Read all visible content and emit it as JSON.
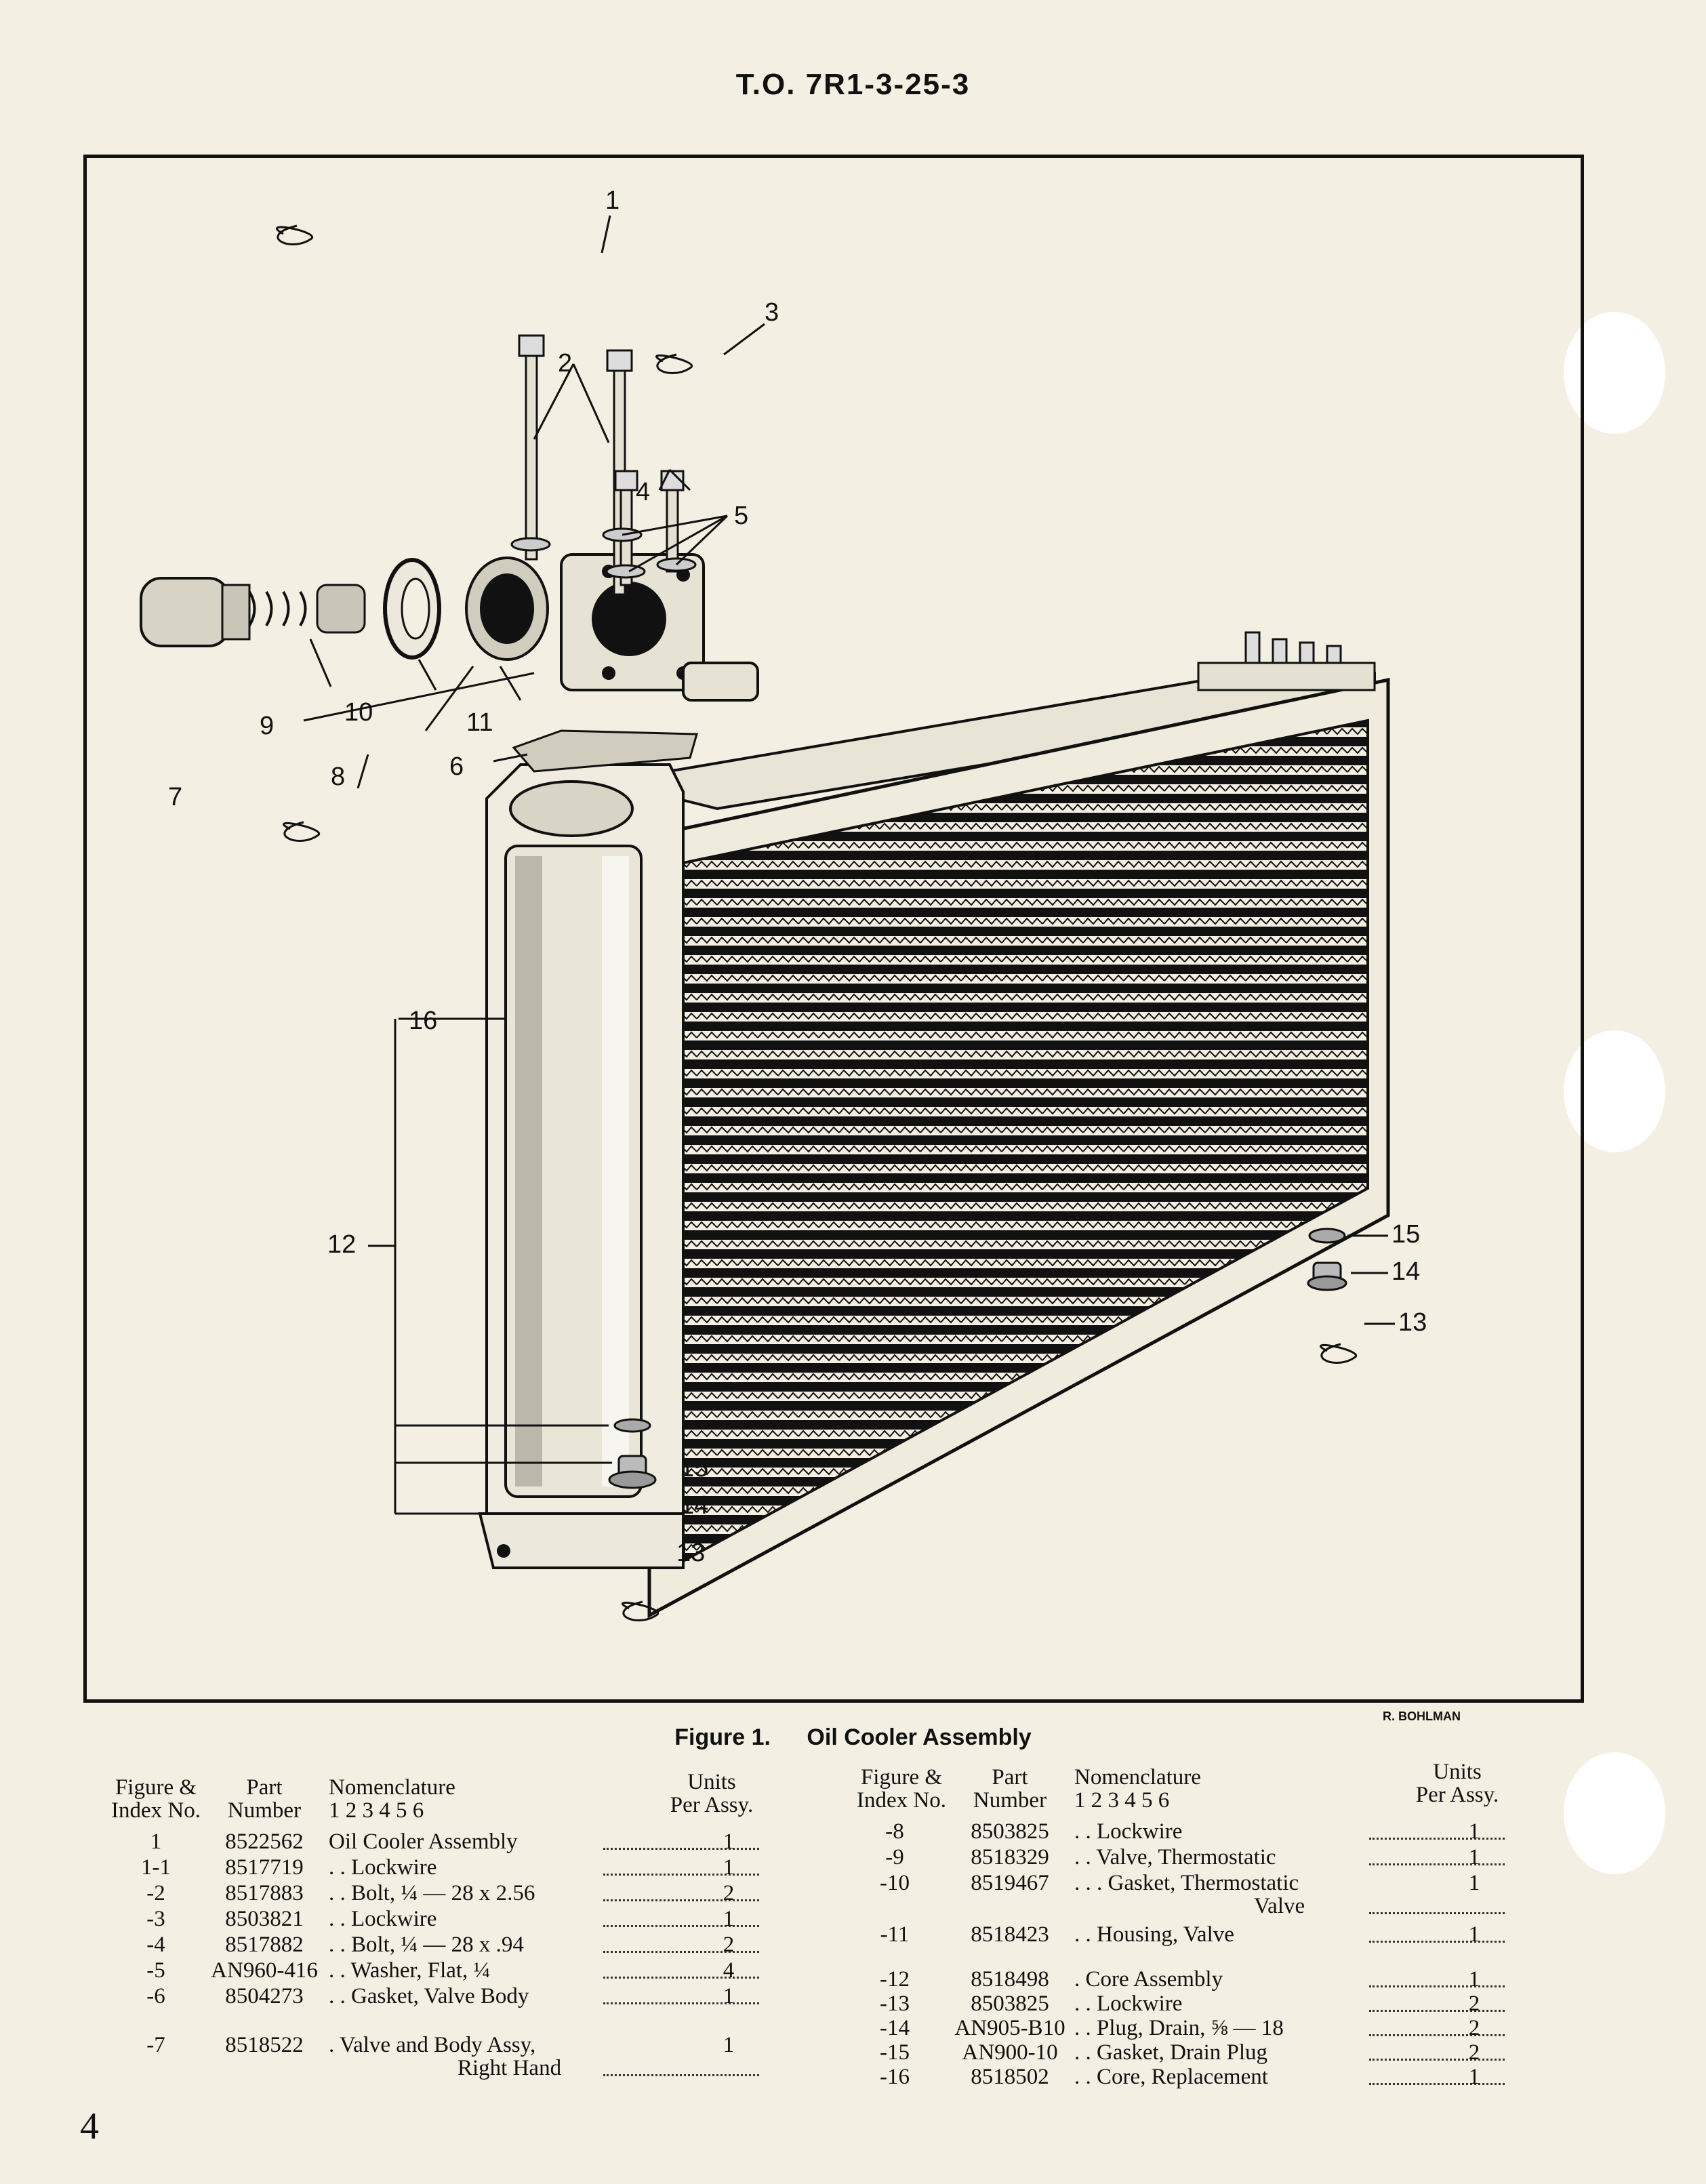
{
  "header": {
    "doc_id": "T.O. 7R1-3-25-3"
  },
  "figure": {
    "credit": "R. BOHLMAN",
    "caption_number": "Figure 1.",
    "caption_title": "Oil Cooler Assembly",
    "callouts": [
      "1",
      "2",
      "3",
      "4",
      "5",
      "6",
      "7",
      "8",
      "9",
      "10",
      "11",
      "12",
      "13",
      "14",
      "15",
      "16"
    ]
  },
  "table_headers": {
    "fig_index_1": "Figure &",
    "fig_index_2": "Index No.",
    "part_1": "Part",
    "part_2": "Number",
    "nomen_1": "Nomenclature",
    "nomen_2": "1 2 3 4 5 6",
    "units_1": "Units",
    "units_2": "Per Assy."
  },
  "parts_left": [
    {
      "index": "1",
      "part": "8522562",
      "desc": "Oil Cooler Assembly",
      "qty": "1"
    },
    {
      "index": "1-1",
      "part": "8517719",
      "desc": ". . Lockwire",
      "qty": "1"
    },
    {
      "index": "-2",
      "part": "8517883",
      "desc": ". . Bolt, ¼ — 28 x 2.56",
      "qty": "2"
    },
    {
      "index": "-3",
      "part": "8503821",
      "desc": ". . Lockwire",
      "qty": "1"
    },
    {
      "index": "-4",
      "part": "8517882",
      "desc": ". . Bolt, ¼ — 28 x .94",
      "qty": "2"
    },
    {
      "index": "-5",
      "part": "AN960-416",
      "desc": ". . Washer, Flat, ¼",
      "qty": "4"
    },
    {
      "index": "-6",
      "part": "8504273",
      "desc": ". . Gasket, Valve Body",
      "qty": "1"
    },
    {
      "index": "-7",
      "part": "8518522",
      "desc": ". Valve and Body Assy,",
      "desc2": "Right Hand",
      "qty": "1"
    }
  ],
  "parts_right": [
    {
      "index": "-8",
      "part": "8503825",
      "desc": ". . Lockwire",
      "qty": "1"
    },
    {
      "index": "-9",
      "part": "8518329",
      "desc": ". . Valve, Thermostatic",
      "qty": "1"
    },
    {
      "index": "-10",
      "part": "8519467",
      "desc": ". . . Gasket, Thermostatic",
      "desc2": "Valve",
      "qty": "1"
    },
    {
      "index": "-11",
      "part": "8518423",
      "desc": ". . Housing, Valve",
      "qty": "1"
    },
    {
      "index": "-12",
      "part": "8518498",
      "desc": ". Core Assembly",
      "qty": "1"
    },
    {
      "index": "-13",
      "part": "8503825",
      "desc": ". . Lockwire",
      "qty": "2"
    },
    {
      "index": "-14",
      "part": "AN905-B10",
      "desc": ". . Plug, Drain, ⅝ — 18",
      "qty": "2"
    },
    {
      "index": "-15",
      "part": "AN900-10",
      "desc": ". . Gasket, Drain Plug",
      "qty": "2"
    },
    {
      "index": "-16",
      "part": "8518502",
      "desc": ". . Core, Replacement",
      "qty": "1"
    }
  ],
  "page_number": "4"
}
